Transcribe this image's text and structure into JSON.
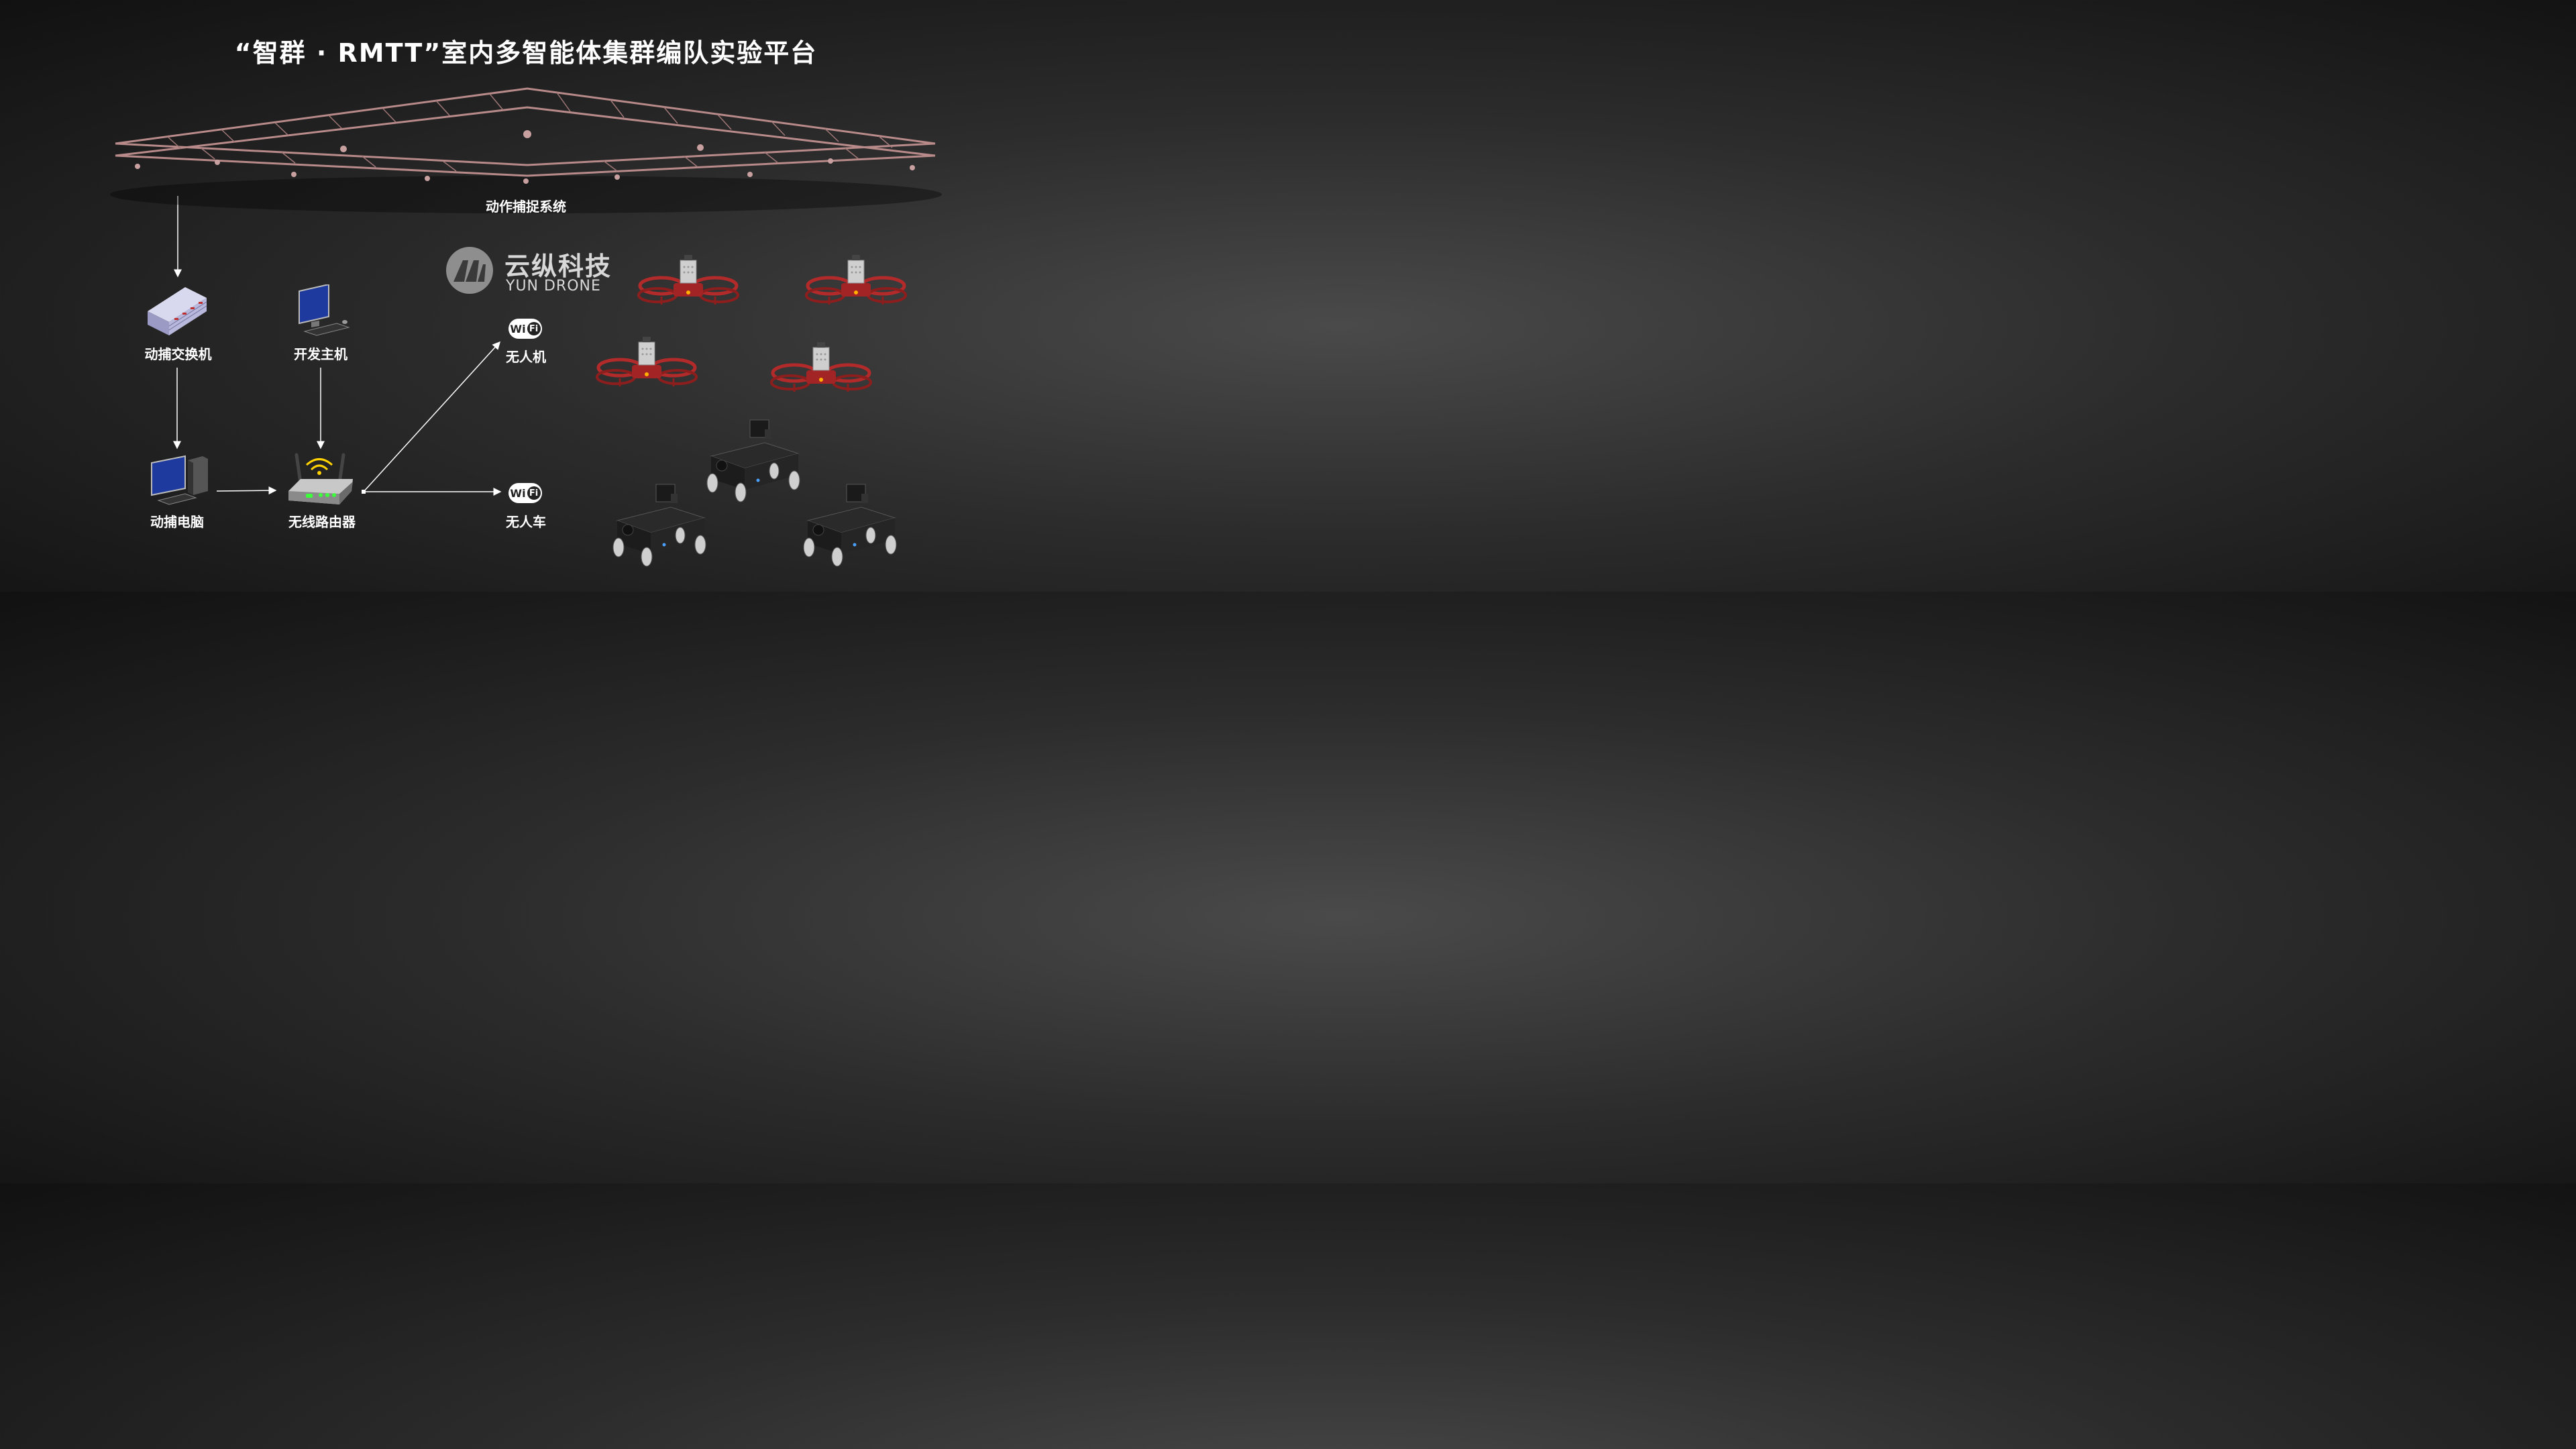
{
  "title": "“智群 · RMTT”室内多智能体集群编队实验平台",
  "nodes": {
    "mocap_system": "动作捕捉系统",
    "mocap_switch": "动捕交换机",
    "dev_host": "开发主机",
    "mocap_pc": "动捕电脑",
    "router": "无线路由器",
    "uav": "无人机",
    "ugv": "无人车"
  },
  "wifi_badge": {
    "wi": "Wi",
    "fi": "Fi"
  },
  "logo": {
    "cn": "云纵科技",
    "en": "YUN DRONE"
  },
  "colors": {
    "truss": "#b88a8a",
    "drone_red": "#b22a2a",
    "wire": "#ffffff"
  }
}
